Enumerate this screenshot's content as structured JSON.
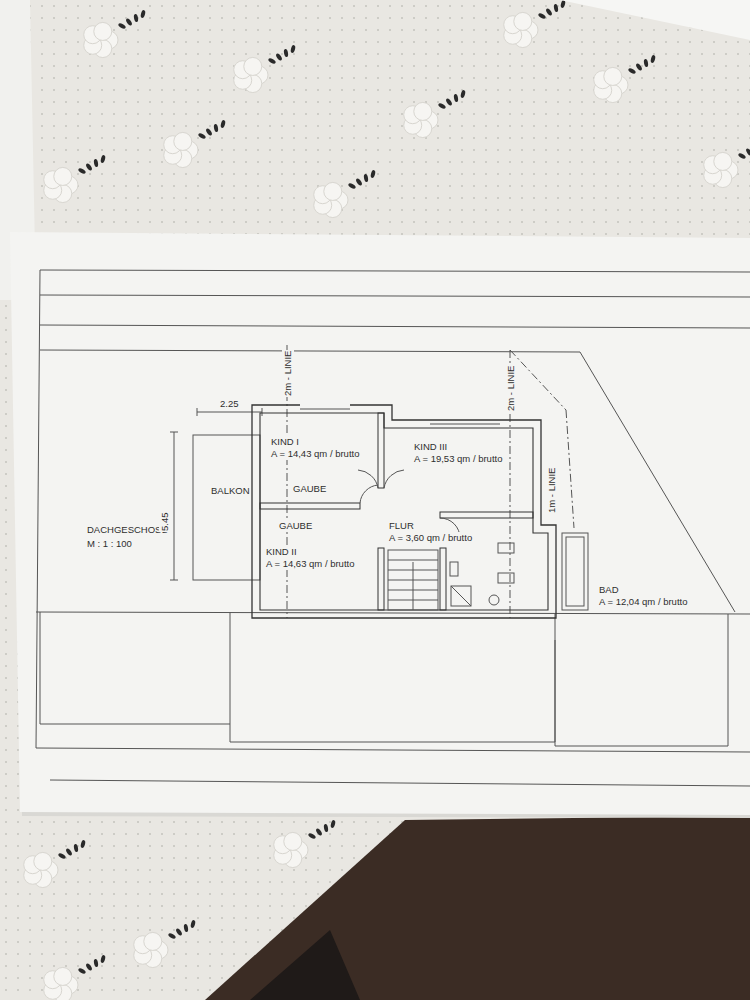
{
  "diagram": {
    "title": "DACHGESCHOSS",
    "nodes": [
      {
        "text": [
          "KIND I",
          "A = 14,43 qm / brutto"
        ]
      },
      {
        "text": [
          "KIND III",
          "A = 19,53 qm / brutto"
        ]
      },
      {
        "text": [
          "BALKON"
        ]
      },
      {
        "text": [
          "FLUR",
          "A = 3,60 qm / brutto"
        ]
      },
      {
        "text": [
          "KIND II",
          "A = 14,63 qm / brutto"
        ]
      },
      {
        "text": [
          "BAD",
          "A = 12,04 qm / brutto"
        ]
      }
    ],
    "labels": [
      "M : 1 : 100",
      "2m - LINIE",
      "2m - LINIE",
      "1m - LINIE",
      "2.25",
      "5.45",
      "GAUBE",
      "GAUBE"
    ]
  }
}
